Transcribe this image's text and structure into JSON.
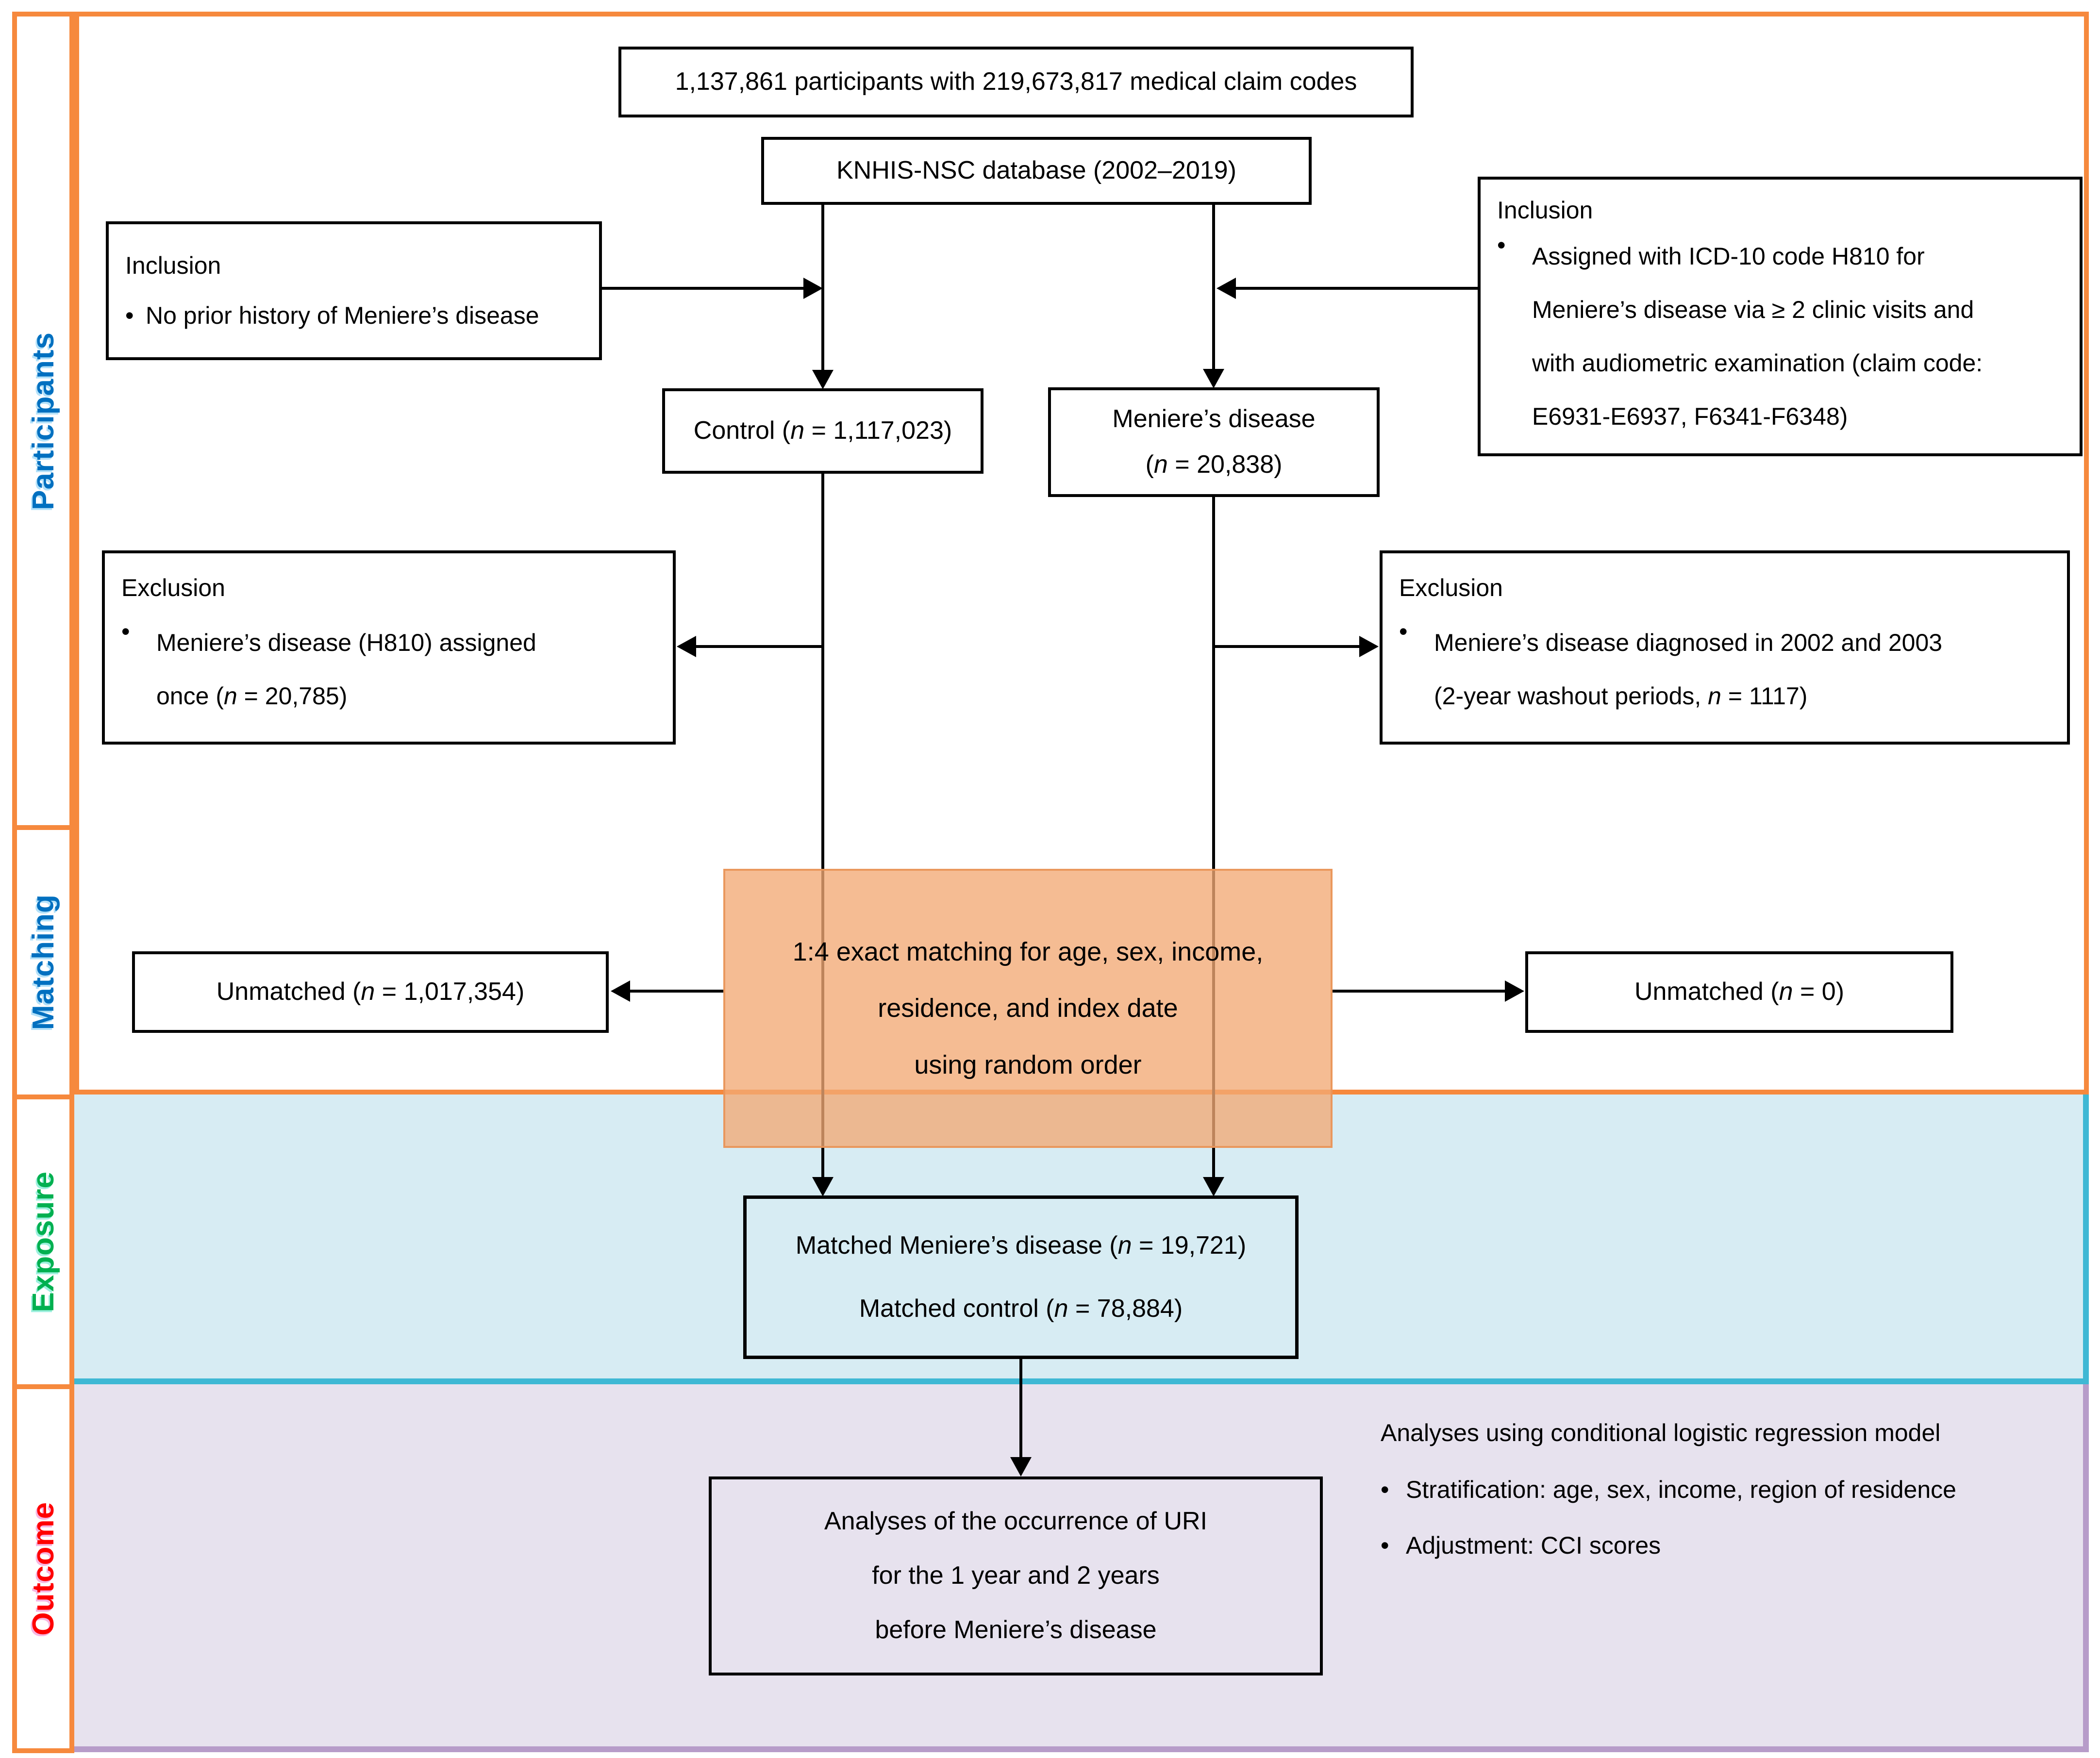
{
  "side_labels": [
    {
      "id": "participants",
      "label": "Participants",
      "color": "#0070C0"
    },
    {
      "id": "matching",
      "label": "Matching",
      "color": "#0070C0"
    },
    {
      "id": "exposure",
      "label": "Exposure",
      "color": "#00B050"
    },
    {
      "id": "outcome",
      "label": "Outcome",
      "color": "#FF0000"
    }
  ],
  "chars": {
    "bullet": "•"
  },
  "boxes": {
    "participants_total": "1,137,861 participants with 219,673,817 medical claim codes",
    "database": "KNHIS-NSC database (2002–2019)",
    "inclusion_left": {
      "title": "Inclusion",
      "bullet": "No prior history of Meniere’s disease"
    },
    "inclusion_right": {
      "title": "Inclusion",
      "bullet_lines": [
        "Assigned with ICD-10 code H810 for",
        "Meniere’s disease via ≥ 2 clinic visits and",
        "with audiometric examination (claim code:",
        "E6931-E6937, F6341-F6348)"
      ]
    },
    "control": "Control (n = 1,117,023)",
    "meniere": {
      "lines": [
        "Meniere’s disease",
        "(n = 20,838)"
      ]
    },
    "exclusion_left": {
      "title": "Exclusion",
      "bullet_lines": [
        "Meniere’s disease (H810) assigned",
        "once (n = 20,785)"
      ]
    },
    "exclusion_right": {
      "title": "Exclusion",
      "bullet_lines": [
        "Meniere’s disease diagnosed in 2002 and 2003",
        "(2-year washout periods, n = 1117)"
      ]
    },
    "matching": {
      "lines": [
        "1:4 exact matching for age, sex, income,",
        "residence, and index date",
        "using random order"
      ]
    },
    "unmatched_left": "Unmatched (n = 1,017,354)",
    "unmatched_right": "Unmatched (n = 0)",
    "matched": {
      "lines": [
        "Matched Meniere’s disease (n = 19,721)",
        "Matched control (n = 78,884)"
      ]
    },
    "outcome_analysis": {
      "lines": [
        "Analyses of the occurrence of URI",
        "for the 1 year and 2 years",
        "before Meniere’s disease"
      ]
    },
    "analysis_notes": {
      "title": "Analyses using conditional logistic regression model",
      "bullets": [
        "Stratification: age, sex, income, region of residence",
        "Adjustment: CCI scores"
      ]
    }
  },
  "colors": {
    "frame_orange": "#F6893D",
    "matching_box_fill": "#F2A974",
    "exposure_band": "#D7ECF3",
    "exposure_border": "#3FB8D4",
    "outcome_band": "#E7E2EE",
    "outcome_border": "#B79CC9",
    "label_blue": "#0070C0",
    "label_green": "#00B050",
    "label_red": "#FF0000",
    "connector": "#000000"
  }
}
